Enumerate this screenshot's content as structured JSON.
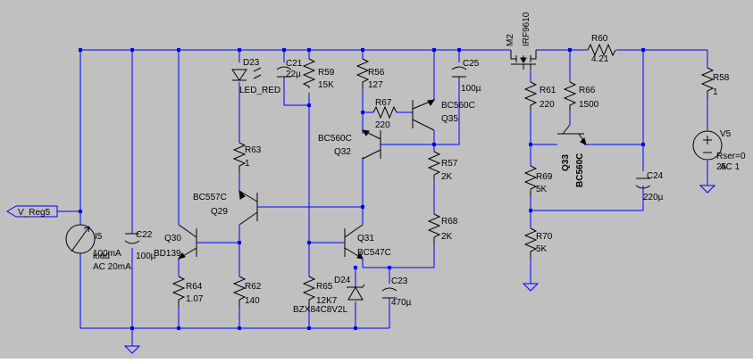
{
  "schematic": {
    "background": "#c0c0c0",
    "wire_color": "#0000ff",
    "net_label": "V_Reg5",
    "components": {
      "I5": {
        "ref": "I5",
        "l1": "load",
        "l2": "AC 20mA",
        "l3": "100mA"
      },
      "C22": {
        "ref": "C22",
        "value": "100µ"
      },
      "Q30": {
        "ref": "Q30",
        "part": "BD139"
      },
      "R64": {
        "ref": "R64",
        "value": "1.07"
      },
      "D23": {
        "ref": "D23",
        "part": "LED_RED"
      },
      "R63": {
        "ref": "R63",
        "value": "1"
      },
      "Q29": {
        "ref": "Q29",
        "part": "BC557C"
      },
      "R62": {
        "ref": "R62",
        "value": "140"
      },
      "C21": {
        "ref": "C21",
        "value": "22µ"
      },
      "R59": {
        "ref": "R59",
        "value": "15K"
      },
      "R65": {
        "ref": "R65",
        "value": "12K7"
      },
      "D24": {
        "ref": "D24",
        "part": "BZX84C8V2L"
      },
      "R56": {
        "ref": "R56",
        "value": "127"
      },
      "R67": {
        "ref": "R67",
        "value": "220"
      },
      "Q32": {
        "ref": "Q32",
        "part": "BC560C"
      },
      "Q35": {
        "ref": "Q35",
        "part": "BC560C"
      },
      "Q31": {
        "ref": "Q31",
        "part": "BC547C"
      },
      "C25": {
        "ref": "C25",
        "value": "100µ"
      },
      "R57": {
        "ref": "R57",
        "value": "2K"
      },
      "R68": {
        "ref": "R68",
        "value": "2K"
      },
      "C23": {
        "ref": "C23",
        "value": "470µ"
      },
      "M2": {
        "ref": "M2",
        "part": "IRF9610"
      },
      "R60": {
        "ref": "R60",
        "value": "4.21"
      },
      "R61": {
        "ref": "R61",
        "value": "220"
      },
      "R66": {
        "ref": "R66",
        "value": "1500"
      },
      "Q33": {
        "ref": "Q33",
        "part": "BC560C"
      },
      "R69": {
        "ref": "R69",
        "value": "5K"
      },
      "R70": {
        "ref": "R70",
        "value": "5K"
      },
      "C24": {
        "ref": "C24",
        "value": "220µ"
      },
      "R58": {
        "ref": "R58",
        "value": "1"
      },
      "V5": {
        "ref": "V5",
        "l1": "Rser=0",
        "l2": "AC 1",
        "l3": "25"
      }
    }
  }
}
